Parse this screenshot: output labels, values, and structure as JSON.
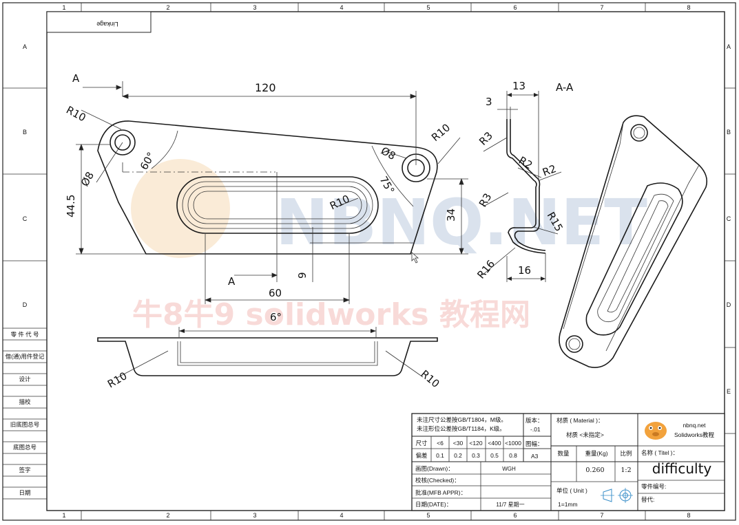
{
  "frame": {
    "columns": [
      "1",
      "2",
      "3",
      "4",
      "5",
      "6",
      "7",
      "8"
    ],
    "rows": [
      "A",
      "B",
      "C",
      "D",
      "E"
    ],
    "title_tab": "Linkage"
  },
  "left_block": {
    "labels": [
      "零 件 代 号",
      "借(通)用件登记",
      "设计",
      "描校",
      "旧底图总号",
      "底图总号",
      "签字",
      "日期"
    ]
  },
  "watermark": {
    "logo_text": "NBNQ.NET",
    "subtitle": "牛8牛9 solidworks 教程网"
  },
  "dimensions": {
    "view_arrow_top": "A",
    "view_arrow_bottom": "A",
    "d120": "120",
    "r10_tl": "R10",
    "r10_tr": "R10",
    "dia8_left": "Ø8",
    "dia8_right": "Ø8",
    "ang60": "60°",
    "ang75": "75°",
    "d44_5": "44.5",
    "r10_slot": "R10",
    "d34": "34",
    "d9": "9",
    "d60": "60",
    "ang6": "6°",
    "r10_bl": "R10",
    "r10_br": "R10",
    "section_title": "A-A",
    "d13": "13",
    "d3": "3",
    "r3_a": "R3",
    "r2_a": "R2",
    "r2_b": "R2",
    "r3_b": "R3",
    "r15": "R15",
    "r16": "R16",
    "d16": "16"
  },
  "title_block": {
    "note1": "未注尺寸公差按GB/T1804，M级。",
    "note2": "未注形位公差按GB/T1184，K级。",
    "version_label": "版本：",
    "version_value": "-.01",
    "sheet_label": "图幅：",
    "sheet_value": "A3",
    "tol_header": [
      "尺寸",
      "<6",
      "<30",
      "<120",
      "<400",
      "<1000"
    ],
    "tol_values": [
      "偏差",
      "0.1",
      "0.2",
      "0.3",
      "0.5",
      "0.8"
    ],
    "material_label": "材质 ( Material )：",
    "material_value": "材质 <未指定>",
    "qty_label": "数量",
    "weight_label": "重量(Kg)",
    "scale_label": "比例",
    "weight_value": "0.260",
    "scale_value": "1:2",
    "drawn_label": "画图(Drawn)：",
    "drawn_value": "WGH",
    "checked_label": "校核(Checked)：",
    "approved_label": "批准(MFB APPR)：",
    "date_label": "日期(DATE)：",
    "date_value": "11/7  星期一",
    "unit_label": "单位 ( Unit )",
    "unit_value": "1=1mm",
    "brand_site": "nbnq.net",
    "brand_name": "Solidworks教程",
    "name_label": "名称 ( Titel )：",
    "name_value": "difficulty",
    "part_no_label": "零件编号:",
    "replace_label": "替代:"
  }
}
